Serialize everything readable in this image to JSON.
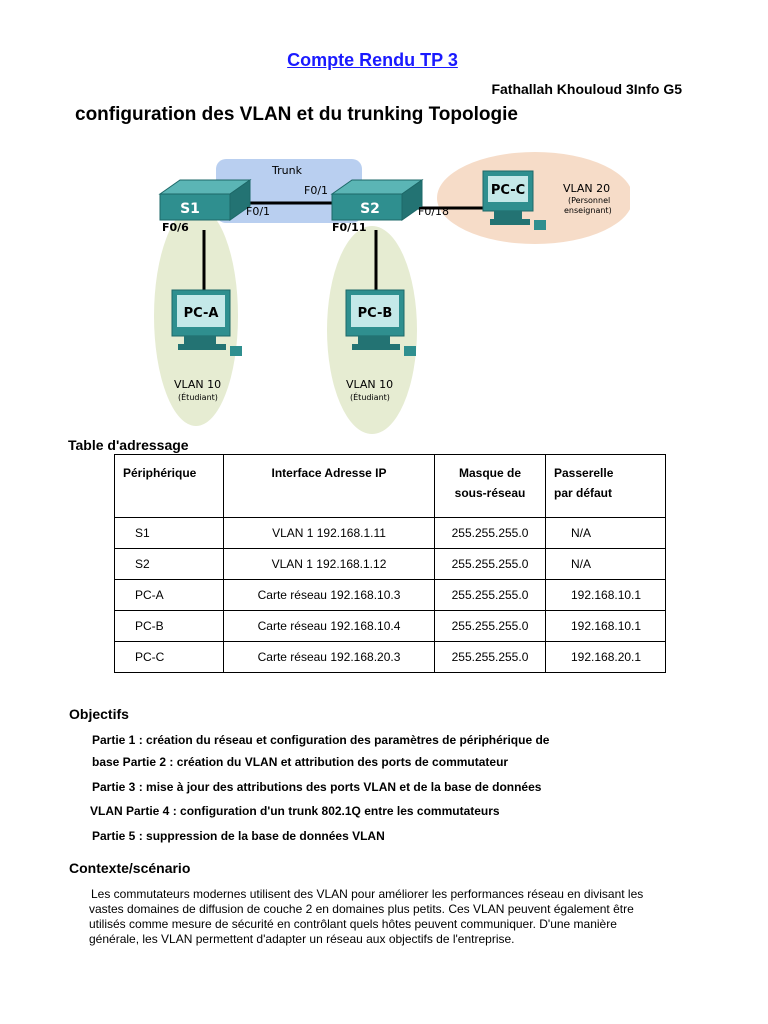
{
  "header": {
    "title": "Compte Rendu TP 3",
    "author": "Fathallah Khouloud 3Info G5",
    "subtitle": "configuration des VLAN et du trunking Topologie"
  },
  "topology": {
    "trunk_label": "Trunk",
    "s1": "S1",
    "s2": "S2",
    "pc_a": "PC-A",
    "pc_b": "PC-B",
    "pc_c": "PC-C",
    "port_s1_f01": "F0/1",
    "port_s2_f01": "F0/1",
    "port_s1_f06": "F0/6",
    "port_s2_f011": "F0/11",
    "port_s2_f018": "F0/18",
    "vlan_a": "VLAN 10",
    "vlan_a_desc": "(Étudiant)",
    "vlan_b": "VLAN 10",
    "vlan_b_desc": "(Étudiant)",
    "vlan_c": "VLAN 20",
    "vlan_c_desc1": "(Personnel",
    "vlan_c_desc2": "enseignant)",
    "colors": {
      "trunk": "#b9cff0",
      "vlan10": "#e6ecd2",
      "vlan20": "#f6dcc8",
      "device": "#2f8f8f"
    }
  },
  "address_table": {
    "heading": "Table d'adressage",
    "headers": {
      "device": "Périphérique",
      "interface": "Interface Adresse IP",
      "mask_1": "Masque de",
      "mask_2": "sous-réseau",
      "gateway_1": "Passerelle",
      "gateway_2": "par défaut"
    },
    "rows": [
      {
        "device": "S1",
        "interface": "VLAN 1 192.168.1.11",
        "mask": "255.255.255.0",
        "gateway": "N/A"
      },
      {
        "device": "S2",
        "interface": "VLAN 1 192.168.1.12",
        "mask": "255.255.255.0",
        "gateway": "N/A"
      },
      {
        "device": "PC-A",
        "interface": "Carte réseau 192.168.10.3",
        "mask": "255.255.255.0",
        "gateway": "192.168.10.1"
      },
      {
        "device": "PC-B",
        "interface": "Carte réseau 192.168.10.4",
        "mask": "255.255.255.0",
        "gateway": "192.168.10.1"
      },
      {
        "device": "PC-C",
        "interface": "Carte réseau 192.168.20.3",
        "mask": "255.255.255.0",
        "gateway": "192.168.20.1"
      }
    ]
  },
  "objectives": {
    "heading": "Objectifs",
    "items": [
      "Partie 1 : création du réseau et configuration des paramètres de périphérique de",
      "base Partie 2 : création du VLAN et attribution des ports de commutateur",
      "Partie 3 : mise à jour des attributions des ports VLAN et de la base de données",
      "VLAN Partie 4 : configuration d'un trunk 802.1Q entre les commutateurs",
      "Partie 5 : suppression de la base de données VLAN"
    ]
  },
  "context": {
    "heading": "Contexte/scénario",
    "line1": "Les commutateurs modernes utilisent des VLAN pour améliorer les performances réseau en divisant les",
    "line2": "vastes domaines de diffusion de couche 2 en domaines plus petits. Ces VLAN peuvent également être",
    "line3": "utilisés comme mesure de sécurité en contrôlant quels hôtes peuvent communiquer. D'une manière",
    "line4": "générale, les VLAN permettent d'adapter un réseau aux objectifs de l'entreprise."
  }
}
